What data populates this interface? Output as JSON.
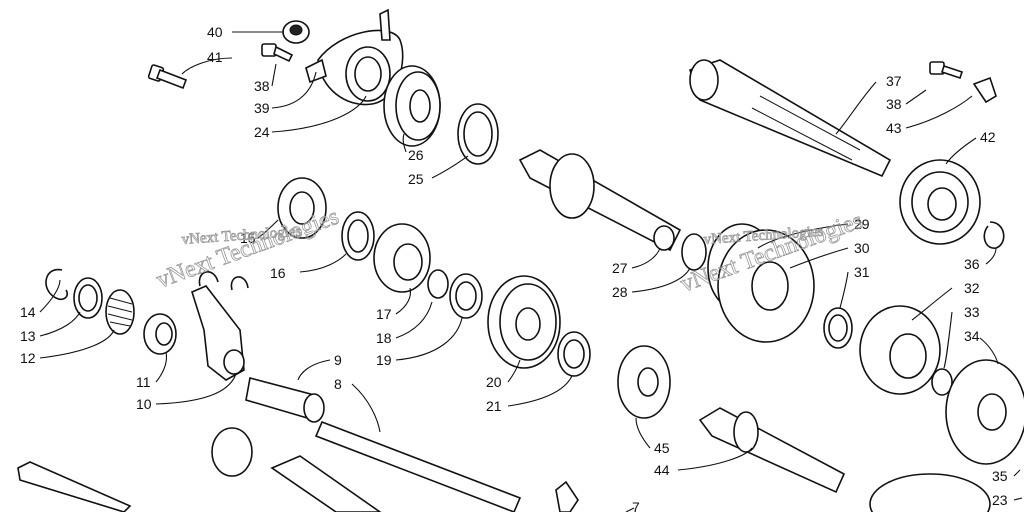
{
  "watermark": "vNext Technologies",
  "callouts": [
    {
      "id": "40",
      "text": "40"
    },
    {
      "id": "41",
      "text": "41"
    },
    {
      "id": "38a",
      "text": "38"
    },
    {
      "id": "39",
      "text": "39"
    },
    {
      "id": "24",
      "text": "24"
    },
    {
      "id": "26",
      "text": "26"
    },
    {
      "id": "25",
      "text": "25"
    },
    {
      "id": "37",
      "text": "37"
    },
    {
      "id": "38b",
      "text": "38"
    },
    {
      "id": "43",
      "text": "43"
    },
    {
      "id": "42",
      "text": "42"
    },
    {
      "id": "15",
      "text": "15"
    },
    {
      "id": "16",
      "text": "16"
    },
    {
      "id": "14",
      "text": "14"
    },
    {
      "id": "13",
      "text": "13"
    },
    {
      "id": "12",
      "text": "12"
    },
    {
      "id": "11",
      "text": "11"
    },
    {
      "id": "10",
      "text": "10"
    },
    {
      "id": "17",
      "text": "17"
    },
    {
      "id": "18",
      "text": "18"
    },
    {
      "id": "19",
      "text": "19"
    },
    {
      "id": "27",
      "text": "27"
    },
    {
      "id": "28",
      "text": "28"
    },
    {
      "id": "29",
      "text": "29"
    },
    {
      "id": "30",
      "text": "30"
    },
    {
      "id": "31",
      "text": "31"
    },
    {
      "id": "36",
      "text": "36"
    },
    {
      "id": "32",
      "text": "32"
    },
    {
      "id": "33",
      "text": "33"
    },
    {
      "id": "34",
      "text": "34"
    },
    {
      "id": "20",
      "text": "20"
    },
    {
      "id": "21",
      "text": "21"
    },
    {
      "id": "9",
      "text": "9"
    },
    {
      "id": "8",
      "text": "8"
    },
    {
      "id": "45",
      "text": "45"
    },
    {
      "id": "44",
      "text": "44"
    },
    {
      "id": "35",
      "text": "35"
    },
    {
      "id": "23",
      "text": "23"
    },
    {
      "id": "7",
      "text": "7"
    }
  ]
}
